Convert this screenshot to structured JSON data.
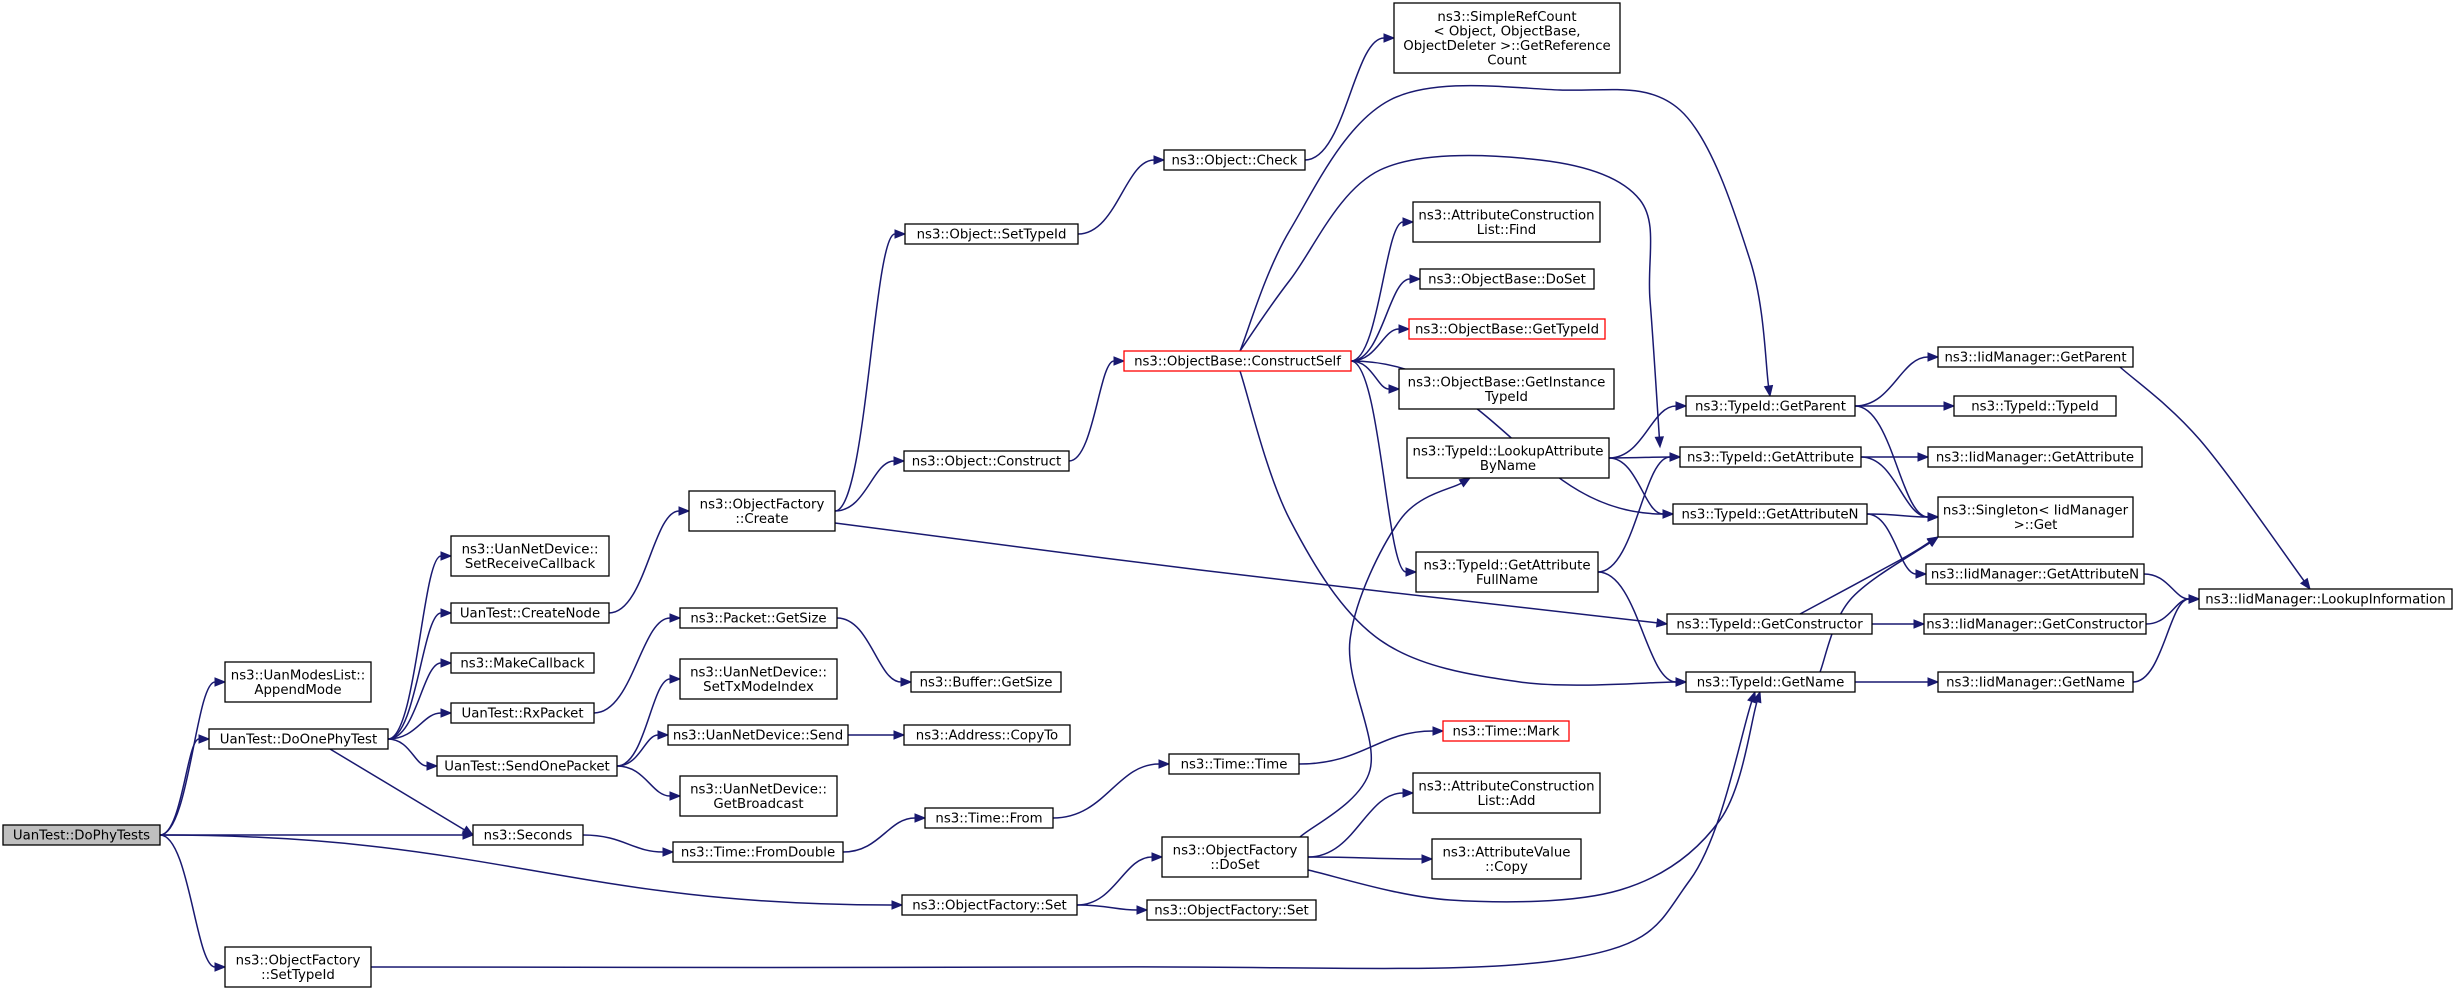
{
  "colors": {
    "edge": "#191970",
    "root_fill": "#bfbfbf",
    "truncated_border": "#ff0000",
    "node_border": "#000000"
  },
  "nodes": {
    "root": {
      "lines": [
        "UanTest::DoPhyTests"
      ]
    },
    "appendMode": {
      "lines": [
        "ns3::UanModesList::",
        "AppendMode"
      ]
    },
    "doOnePhy": {
      "lines": [
        "UanTest::DoOnePhyTest"
      ]
    },
    "seconds": {
      "lines": [
        "ns3::Seconds"
      ]
    },
    "ofSet": {
      "lines": [
        "ns3::ObjectFactory::Set"
      ]
    },
    "ofSetTypeId": {
      "lines": [
        "ns3::ObjectFactory",
        "::SetTypeId"
      ]
    },
    "setRecvCb": {
      "lines": [
        "ns3::UanNetDevice::",
        "SetReceiveCallback"
      ]
    },
    "createNode": {
      "lines": [
        "UanTest::CreateNode"
      ]
    },
    "makeCb": {
      "lines": [
        "ns3::MakeCallback"
      ]
    },
    "rxPacket": {
      "lines": [
        "UanTest::RxPacket"
      ]
    },
    "sendOne": {
      "lines": [
        "UanTest::SendOnePacket"
      ]
    },
    "ofCreate": {
      "lines": [
        "ns3::ObjectFactory",
        "::Create"
      ]
    },
    "pktGetSize": {
      "lines": [
        "ns3::Packet::GetSize"
      ]
    },
    "setTxMode": {
      "lines": [
        "ns3::UanNetDevice::",
        "SetTxModeIndex"
      ]
    },
    "devSend": {
      "lines": [
        "ns3::UanNetDevice::Send"
      ]
    },
    "getBcast": {
      "lines": [
        "ns3::UanNetDevice::",
        "GetBroadcast"
      ]
    },
    "fromDouble": {
      "lines": [
        "ns3::Time::FromDouble"
      ]
    },
    "bufGetSize": {
      "lines": [
        "ns3::Buffer::GetSize"
      ]
    },
    "addrCopyTo": {
      "lines": [
        "ns3::Address::CopyTo"
      ]
    },
    "timeFrom": {
      "lines": [
        "ns3::Time::From"
      ]
    },
    "timeTime": {
      "lines": [
        "ns3::Time::Time"
      ]
    },
    "timeMark": {
      "lines": [
        "ns3::Time::Mark"
      ],
      "truncated": true
    },
    "objSetTypeId": {
      "lines": [
        "ns3::Object::SetTypeId"
      ]
    },
    "objCheck": {
      "lines": [
        "ns3::Object::Check"
      ]
    },
    "getRefCount": {
      "lines": [
        "ns3::SimpleRefCount",
        "< Object, ObjectBase,",
        "ObjectDeleter >::GetReference",
        "Count"
      ]
    },
    "objConstruct": {
      "lines": [
        "ns3::Object::Construct"
      ]
    },
    "constructSelf": {
      "lines": [
        "ns3::ObjectBase::ConstructSelf"
      ],
      "truncated": true
    },
    "aclFind": {
      "lines": [
        "ns3::AttributeConstruction",
        "List::Find"
      ]
    },
    "obDoSet": {
      "lines": [
        "ns3::ObjectBase::DoSet"
      ]
    },
    "obGetTypeId": {
      "lines": [
        "ns3::ObjectBase::GetTypeId"
      ],
      "truncated": true
    },
    "obGetInst": {
      "lines": [
        "ns3::ObjectBase::GetInstance",
        "TypeId"
      ]
    },
    "lookupAttr": {
      "lines": [
        "ns3::TypeId::LookupAttribute",
        "ByName"
      ]
    },
    "getAttrFull": {
      "lines": [
        "ns3::TypeId::GetAttribute",
        "FullName"
      ]
    },
    "aclAdd": {
      "lines": [
        "ns3::AttributeConstruction",
        "List::Add"
      ]
    },
    "ofDoSet": {
      "lines": [
        "ns3::ObjectFactory",
        "::DoSet"
      ]
    },
    "avCopy": {
      "lines": [
        "ns3::AttributeValue",
        "::Copy"
      ]
    },
    "ofSet2": {
      "lines": [
        "ns3::ObjectFactory::Set"
      ]
    },
    "tidGetParent": {
      "lines": [
        "ns3::TypeId::GetParent"
      ]
    },
    "tidGetAttr": {
      "lines": [
        "ns3::TypeId::GetAttribute"
      ]
    },
    "tidGetAttrN": {
      "lines": [
        "ns3::TypeId::GetAttributeN"
      ]
    },
    "tidGetCtor": {
      "lines": [
        "ns3::TypeId::GetConstructor"
      ]
    },
    "tidGetName": {
      "lines": [
        "ns3::TypeId::GetName"
      ]
    },
    "iidGetParent": {
      "lines": [
        "ns3::IidManager::GetParent"
      ]
    },
    "tidTypeId": {
      "lines": [
        "ns3::TypeId::TypeId"
      ]
    },
    "iidGetAttr": {
      "lines": [
        "ns3::IidManager::GetAttribute"
      ]
    },
    "singletonGet": {
      "lines": [
        "ns3::Singleton< IidManager",
        ">::Get"
      ]
    },
    "iidGetAttrN": {
      "lines": [
        "ns3::IidManager::GetAttributeN"
      ]
    },
    "iidGetCtor": {
      "lines": [
        "ns3::IidManager::GetConstructor"
      ]
    },
    "iidGetName": {
      "lines": [
        "ns3::IidManager::GetName"
      ]
    },
    "iidLookup": {
      "lines": [
        "ns3::IidManager::LookupInformation"
      ]
    }
  },
  "edges": [
    [
      "root",
      "appendMode"
    ],
    [
      "root",
      "doOnePhy"
    ],
    [
      "root",
      "seconds"
    ],
    [
      "root",
      "ofSet"
    ],
    [
      "root",
      "ofSetTypeId"
    ],
    [
      "doOnePhy",
      "setRecvCb"
    ],
    [
      "doOnePhy",
      "createNode"
    ],
    [
      "doOnePhy",
      "makeCb"
    ],
    [
      "doOnePhy",
      "rxPacket"
    ],
    [
      "doOnePhy",
      "sendOne"
    ],
    [
      "doOnePhy",
      "seconds"
    ],
    [
      "createNode",
      "ofCreate"
    ],
    [
      "rxPacket",
      "pktGetSize"
    ],
    [
      "sendOne",
      "setTxMode"
    ],
    [
      "sendOne",
      "devSend"
    ],
    [
      "sendOne",
      "getBcast"
    ],
    [
      "seconds",
      "fromDouble"
    ],
    [
      "pktGetSize",
      "bufGetSize"
    ],
    [
      "devSend",
      "addrCopyTo"
    ],
    [
      "fromDouble",
      "timeFrom"
    ],
    [
      "timeFrom",
      "timeTime"
    ],
    [
      "timeTime",
      "timeMark"
    ],
    [
      "ofCreate",
      "objSetTypeId"
    ],
    [
      "ofCreate",
      "objConstruct"
    ],
    [
      "ofCreate",
      "tidGetCtor"
    ],
    [
      "objSetTypeId",
      "objCheck"
    ],
    [
      "objCheck",
      "getRefCount"
    ],
    [
      "objConstruct",
      "constructSelf"
    ],
    [
      "constructSelf",
      "aclFind"
    ],
    [
      "constructSelf",
      "obDoSet"
    ],
    [
      "constructSelf",
      "obGetTypeId"
    ],
    [
      "constructSelf",
      "obGetInst"
    ],
    [
      "constructSelf",
      "tidGetParent"
    ],
    [
      "constructSelf",
      "tidGetAttr"
    ],
    [
      "constructSelf",
      "tidGetAttrN"
    ],
    [
      "constructSelf",
      "getAttrFull"
    ],
    [
      "constructSelf",
      "tidGetName"
    ],
    [
      "ofSet",
      "ofDoSet"
    ],
    [
      "ofSet",
      "ofSet2"
    ],
    [
      "ofDoSet",
      "aclAdd"
    ],
    [
      "ofDoSet",
      "avCopy"
    ],
    [
      "ofDoSet",
      "lookupAttr"
    ],
    [
      "ofDoSet",
      "tidGetName"
    ],
    [
      "ofSetTypeId",
      "tidGetName"
    ],
    [
      "lookupAttr",
      "tidGetParent"
    ],
    [
      "lookupAttr",
      "tidGetAttr"
    ],
    [
      "lookupAttr",
      "tidGetAttrN"
    ],
    [
      "getAttrFull",
      "tidGetAttr"
    ],
    [
      "getAttrFull",
      "tidGetName"
    ],
    [
      "tidGetParent",
      "iidGetParent"
    ],
    [
      "tidGetParent",
      "tidTypeId"
    ],
    [
      "tidGetParent",
      "singletonGet"
    ],
    [
      "tidGetAttr",
      "iidGetAttr"
    ],
    [
      "tidGetAttr",
      "singletonGet"
    ],
    [
      "tidGetAttrN",
      "singletonGet"
    ],
    [
      "tidGetAttrN",
      "iidGetAttrN"
    ],
    [
      "tidGetCtor",
      "singletonGet"
    ],
    [
      "tidGetCtor",
      "iidGetCtor"
    ],
    [
      "tidGetName",
      "singletonGet"
    ],
    [
      "tidGetName",
      "iidGetName"
    ],
    [
      "iidGetParent",
      "iidLookup"
    ],
    [
      "iidGetAttrN",
      "iidLookup"
    ],
    [
      "iidGetCtor",
      "iidLookup"
    ],
    [
      "iidGetName",
      "iidLookup"
    ]
  ]
}
